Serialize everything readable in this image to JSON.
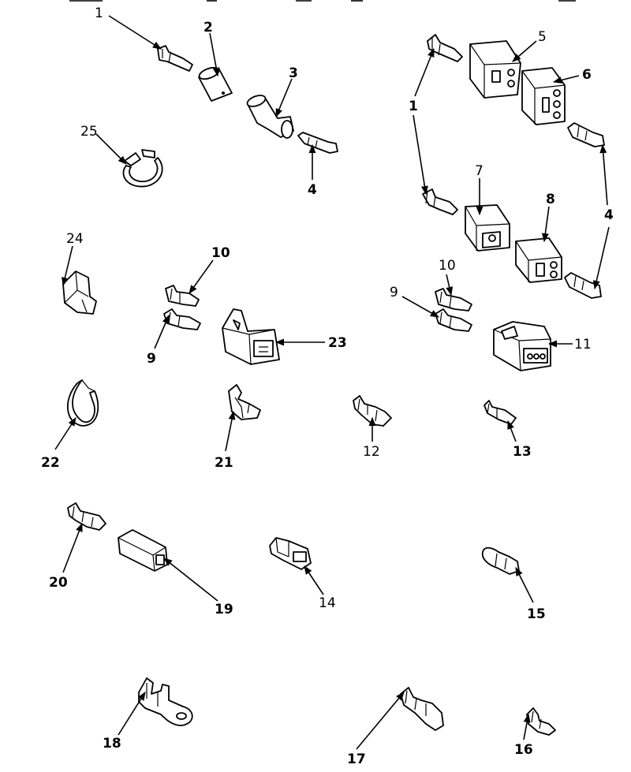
{
  "labels": {
    "l1a": "1",
    "l2": "2",
    "l3": "3",
    "l4a": "4",
    "l25": "25",
    "l5": "5",
    "l6": "6",
    "l1b": "1",
    "l7": "7",
    "l8": "8",
    "l4b": "4",
    "l24": "24",
    "l10a": "10",
    "l9a": "9",
    "l23": "23",
    "l10b": "10",
    "l9b": "9",
    "l11": "11",
    "l22": "22",
    "l21": "21",
    "l12": "12",
    "l13": "13",
    "l20": "20",
    "l19": "19",
    "l14": "14",
    "l15": "15",
    "l18": "18",
    "l17": "17",
    "l16": "16"
  }
}
